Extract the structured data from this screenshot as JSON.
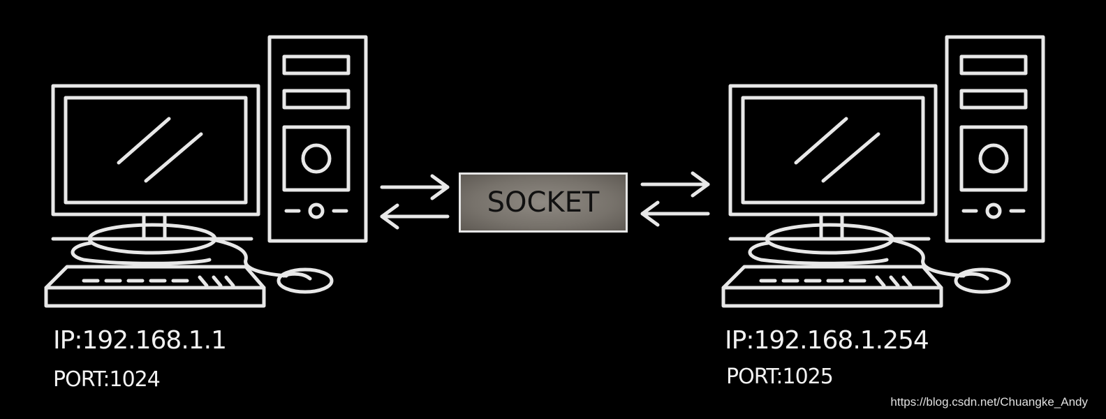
{
  "diagram": {
    "left_host": {
      "ip": "IP:192.168.1.1",
      "port": "PORT:1024"
    },
    "right_host": {
      "ip": "IP:192.168.1.254",
      "port": "PORT:1025"
    },
    "socket_label": "SOCKET",
    "watermark": "https://blog.csdn.net/Chuangke_Andy",
    "colors": {
      "background": "#000000",
      "line": "#e8e8e8",
      "socket_fill": "#7a756e"
    },
    "icons": [
      "desktop-computer-icon",
      "double-arrow-icon"
    ]
  }
}
